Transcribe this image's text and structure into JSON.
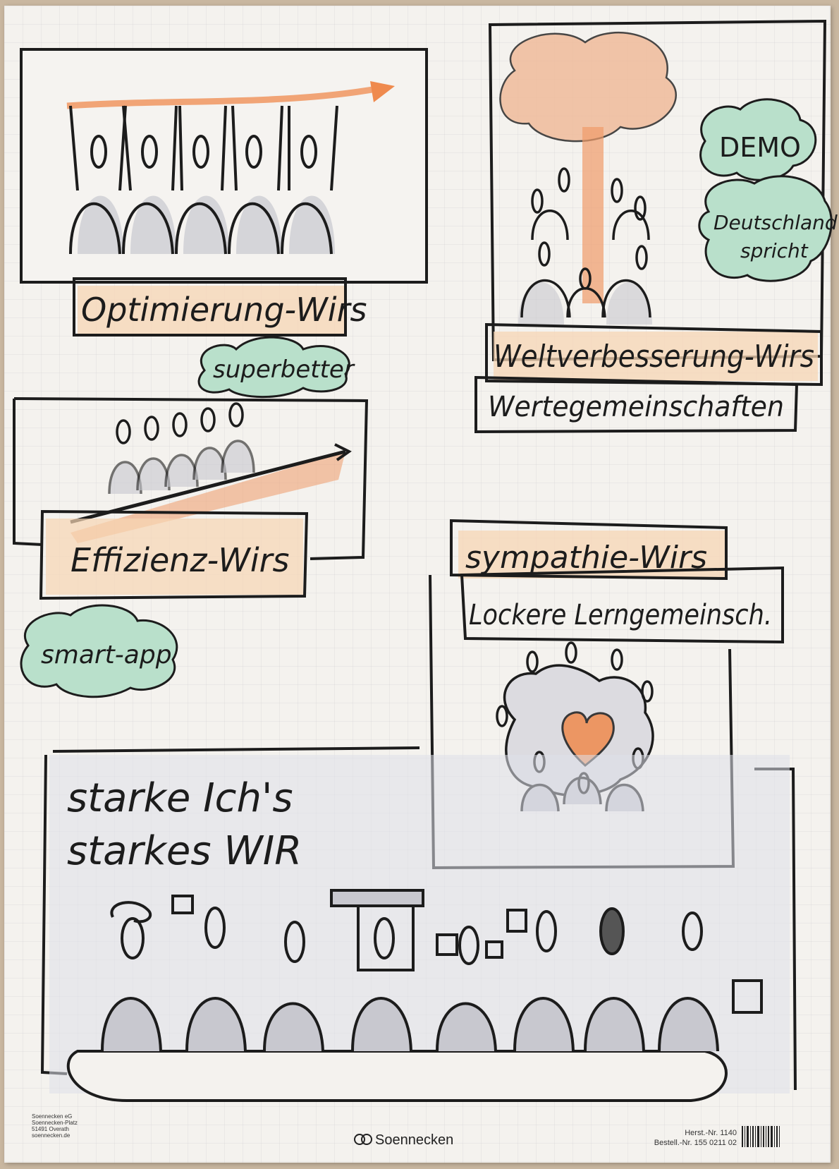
{
  "panels": {
    "optimierung": {
      "title": "Optimierung-Wirs",
      "cloud": "superbetter"
    },
    "weltverbesserung": {
      "title": "Weltverbesserung-Wirs",
      "subtitle": "Wertegemeinschaften",
      "cloud_top": "DEMO",
      "cloud_bottom_line1": "Deutschland",
      "cloud_bottom_line2": "spricht"
    },
    "effizienz": {
      "title": "Effizienz-Wirs",
      "cloud": "smart-app"
    },
    "sympathie": {
      "title": "sympathie-Wirs",
      "subtitle": "Lockere Lerngemeinsch."
    },
    "starke": {
      "line1": "starke Ich's",
      "line2": "starkes WIR"
    }
  },
  "footer": {
    "brand": "Soennecken",
    "address": [
      "Soennecken eG",
      "Soennecken-Platz",
      "51491 Overath",
      "soennecken.de"
    ],
    "herst": "Herst.-Nr. 1140",
    "bestell": "Bestell.-Nr. 155 0211 02"
  },
  "colors": {
    "ink": "#1c1c1c",
    "orange": "#ef8a4e",
    "peach": "#f3c59b",
    "green": "#a9d8be",
    "gray_shadow": "#a9a9b3"
  }
}
